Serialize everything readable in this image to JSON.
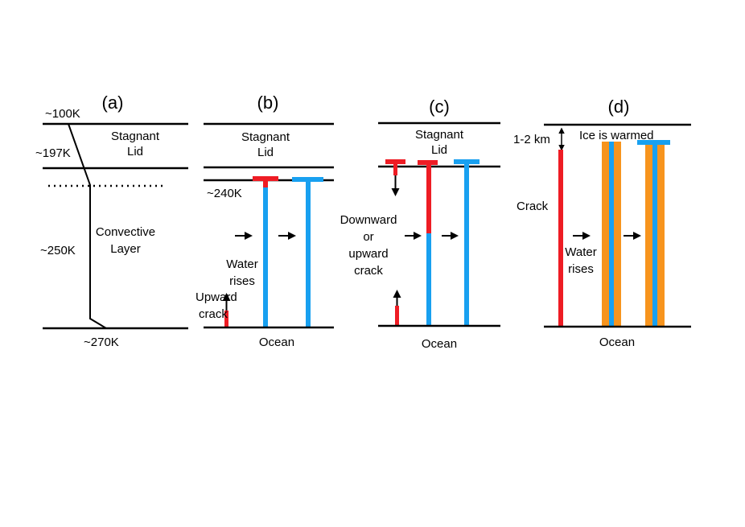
{
  "panels": {
    "a": {
      "title": "(a)",
      "temps": {
        "top": "~100K",
        "lid_base": "~197K",
        "convective": "~250K",
        "bottom": "~270K"
      },
      "lid": [
        "Stagnant",
        "Lid"
      ],
      "layer": [
        "Convective",
        "Layer"
      ]
    },
    "b": {
      "title": "(b)",
      "lid": [
        "Stagnant",
        "Lid"
      ],
      "temp": "~240K",
      "water": [
        "Water",
        "rises"
      ],
      "crack": [
        "Upward",
        "crack"
      ],
      "ocean": "Ocean"
    },
    "c": {
      "title": "(c)",
      "lid": [
        "Stagnant",
        "Lid"
      ],
      "crack": [
        "Downward",
        "or",
        "upward",
        "crack"
      ],
      "ocean": "Ocean"
    },
    "d": {
      "title": "(d)",
      "depth": "1-2 km",
      "warmed": "Ice is warmed",
      "crack": "Crack",
      "water": [
        "Water",
        "rises"
      ],
      "ocean": "Ocean"
    }
  },
  "colors": {
    "crack": "#ee1c24",
    "water": "#18a0f0",
    "warm_ice": "#f7941d",
    "line": "#000000"
  }
}
